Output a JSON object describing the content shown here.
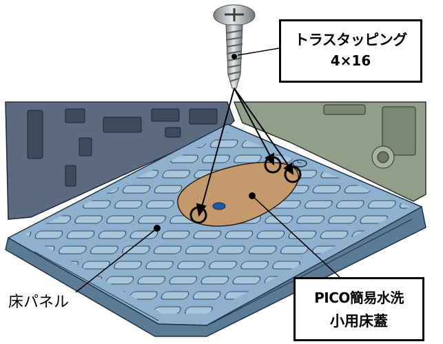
{
  "screw_label": {
    "name": "トラスタッピング",
    "size": "4×16"
  },
  "cover_label": {
    "line1": "PICO簡易水洗",
    "line2": "小用床蓋"
  },
  "floor_label": "床パネル",
  "colors": {
    "floor": "#8fb2cf",
    "floor_slot": "#a9c7df",
    "back_wall": "#5f6e84",
    "side_wall": "#8f9c87",
    "cover": "#c49a6c",
    "screw": "#b9bcbe"
  },
  "icons": [
    "screw-icon",
    "screw-hole-circle"
  ]
}
